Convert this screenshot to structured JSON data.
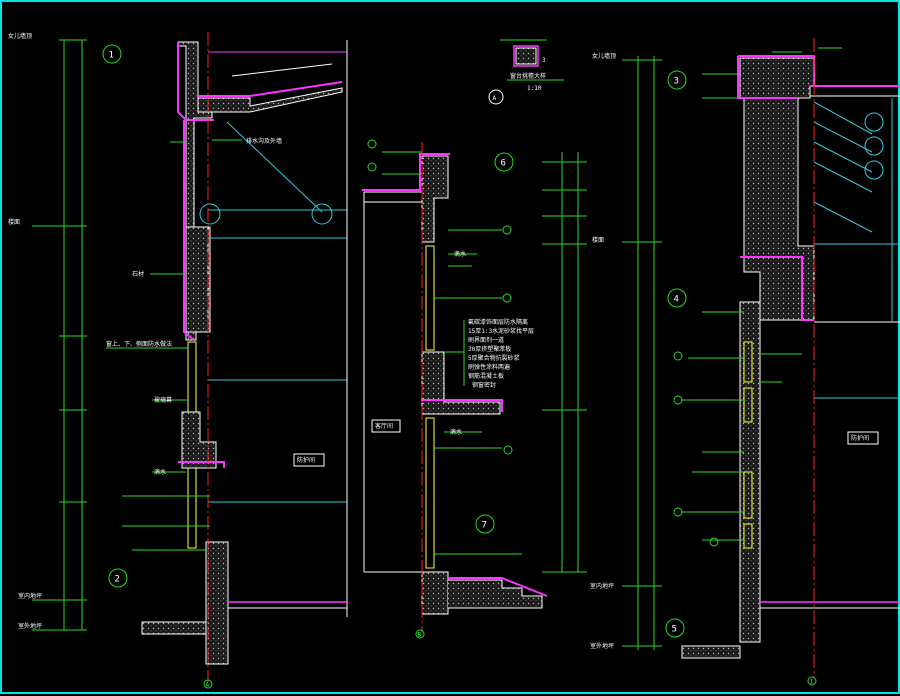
{
  "section_numbers": {
    "n1": "1",
    "n2": "2",
    "n3": "3",
    "n4": "4",
    "n5": "5",
    "n6": "6",
    "n7": "7"
  },
  "axis_labels": {
    "a_left": "A",
    "a_mid": "B",
    "a_detail": "A",
    "a_right": "1"
  },
  "detail_tag": "3",
  "labels": {
    "left_top_level": "女儿墙顶",
    "left_floor": "楼面",
    "left_indoor_floor": "室内地坪",
    "left_outdoor_floor": "室外地坪",
    "left_gutter": "排水沟及外墙",
    "left_drip": "滴水",
    "left_stone": "石材",
    "left_window_note": "窗上、下、侧面防水做法",
    "left_glass": "玻璃幕",
    "left_room": "防护间",
    "mid_room": "客厅间",
    "mid_drip_a": "滴水",
    "mid_drip_b": "滴水",
    "mid_steel_seal": "钢窗密封",
    "mid_spec_1": "氟碳漆饰面层防水隔离",
    "mid_spec_2": "15厚1:3水泥砂浆找平层",
    "mid_spec_3": "刷界面剂一道",
    "mid_spec_4": "30厚挤塑聚苯板",
    "mid_spec_5": "5厚聚合物抗裂砂浆",
    "mid_spec_6": "刷弹性涂料两遍",
    "mid_spec_7": "钢筋混凝土板",
    "right_top_level": "女儿墙顶",
    "right_floor": "楼面",
    "right_indoor_floor": "室内地坪",
    "right_outdoor_floor": "室外地坪",
    "right_room": "防护间",
    "detail_title": "窗台挑檐大样",
    "detail_scale": "1:10"
  },
  "colors": {
    "frame": "#00e5e5",
    "wall_edge": "#ffffff",
    "membrane": "#ff33ff",
    "dimension": "#22dd22",
    "axis": "#ff2222",
    "glass": "#33ccdd",
    "note": "#ffff33"
  }
}
